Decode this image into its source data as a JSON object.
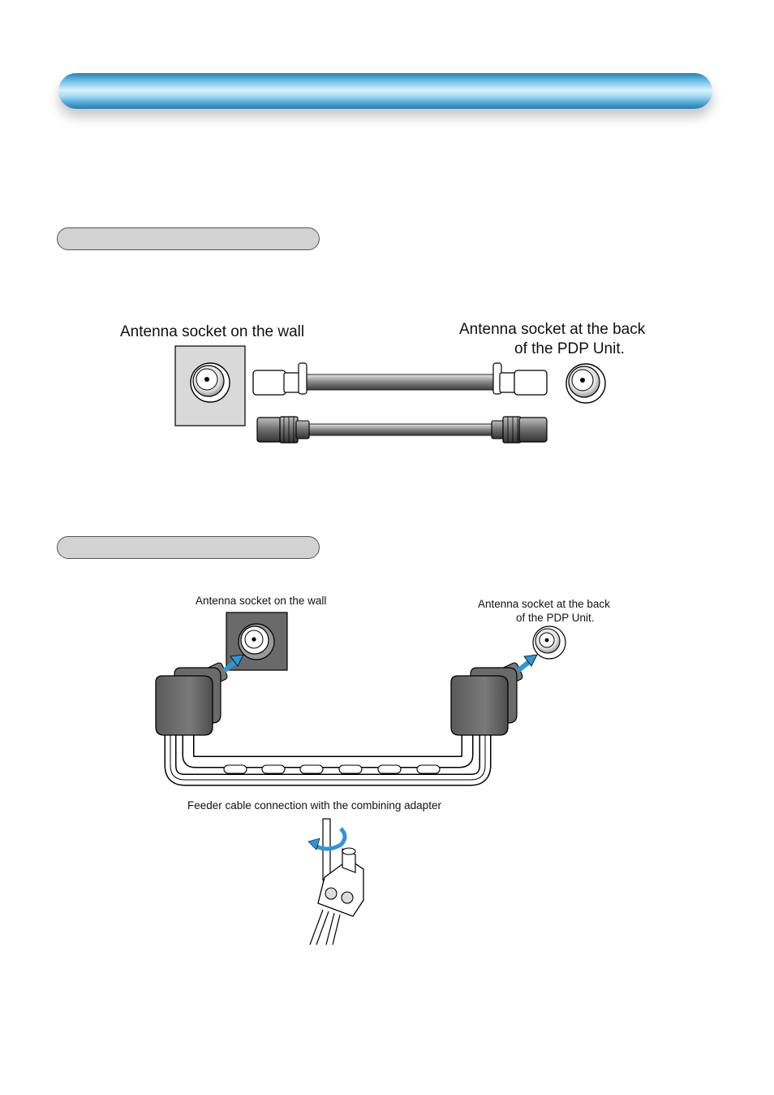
{
  "section1": {
    "wall_socket_label": "Antenna socket on the wall",
    "pdp_socket_label_line1": "Antenna socket at the back",
    "pdp_socket_label_line2": "of the PDP Unit."
  },
  "section2": {
    "wall_socket_label": "Antenna socket on the wall",
    "pdp_socket_label_line1": "Antenna socket at the back",
    "pdp_socket_label_line2": "of the PDP Unit.",
    "adapter_caption": "Feeder cable connection with the combining adapter"
  },
  "colors": {
    "banner_blue": "#5fb8e4",
    "pill_gray": "#d2d2d2",
    "arrow_blue": "#2f95d6"
  }
}
